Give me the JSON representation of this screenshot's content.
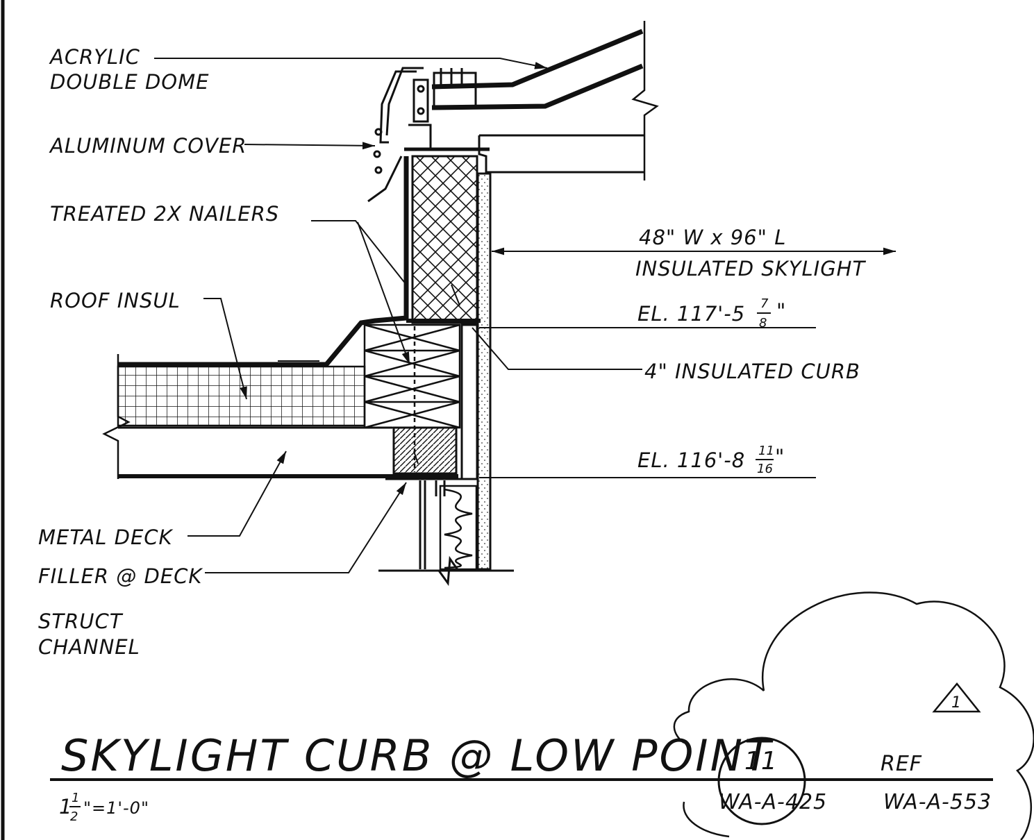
{
  "labels": {
    "acrylic_1": "ACRYLIC",
    "acrylic_2": "DOUBLE DOME",
    "aluminum_cover": "ALUMINUM COVER",
    "treated_nailers": "TREATED 2X NAILERS",
    "roof_insul": "ROOF INSUL",
    "metal_deck": "METAL DECK",
    "filler_deck": "FILLER @ DECK",
    "struct_1": "STRUCT",
    "struct_2": "CHANNEL",
    "skylight_size": "48\" W  x  96\" L",
    "insulated_skylight": "INSULATED SKYLIGHT",
    "el_upper_main": "EL.  117'-5",
    "el_upper_num": "7",
    "el_upper_den": "8",
    "el_upper_suffix": "\"",
    "insulated_curb": "4\" INSULATED CURB",
    "el_lower_main": "EL.  116'-8",
    "el_lower_num": "11",
    "el_lower_den": "16",
    "el_lower_suffix": "\""
  },
  "title_block": {
    "title": "SKYLIGHT CURB @ LOW POINT",
    "scale_whole": "1",
    "scale_num": "1",
    "scale_den": "2",
    "scale_rest": "\"=1'-0\"",
    "detail_number": "11",
    "sheet_ref": "WA-A-425",
    "ref_label": "REF",
    "ref_sheet": "WA-A-553",
    "revision": "1"
  }
}
